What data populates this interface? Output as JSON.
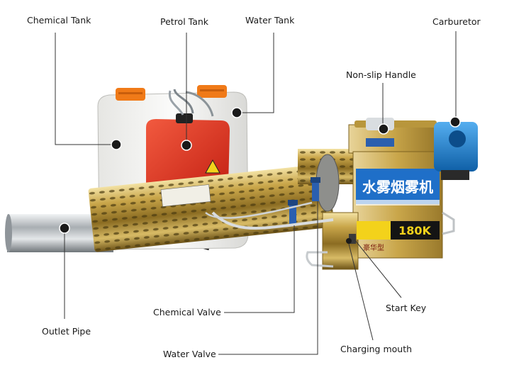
{
  "diagram": {
    "labels": {
      "chemical_tank": "Chemical Tank",
      "petrol_tank": "Petrol Tank",
      "water_tank": "Water Tank",
      "carburetor": "Carburetor",
      "nonslip_handle": "Non-slip Handle",
      "start_key": "Start Key",
      "chemical_valve": "Chemical Valve",
      "outlet_pipe": "Outlet Pipe",
      "charging_mouth": "Charging mouth",
      "water_valve": "Water Valve"
    },
    "machine_text": {
      "chinese_name": "水雾烟雾机",
      "model": "180K",
      "sub_badge": "豪华型"
    },
    "colors": {
      "chemical_tank": "#f4f4f2",
      "petrol_tank": "#e8321e",
      "caps": "#f07a18",
      "barrel_gold": "#c9a64a",
      "engine_blue": "#1b7fd1",
      "pipe_steel": "#c9cdd0",
      "lines": "#333333"
    }
  }
}
